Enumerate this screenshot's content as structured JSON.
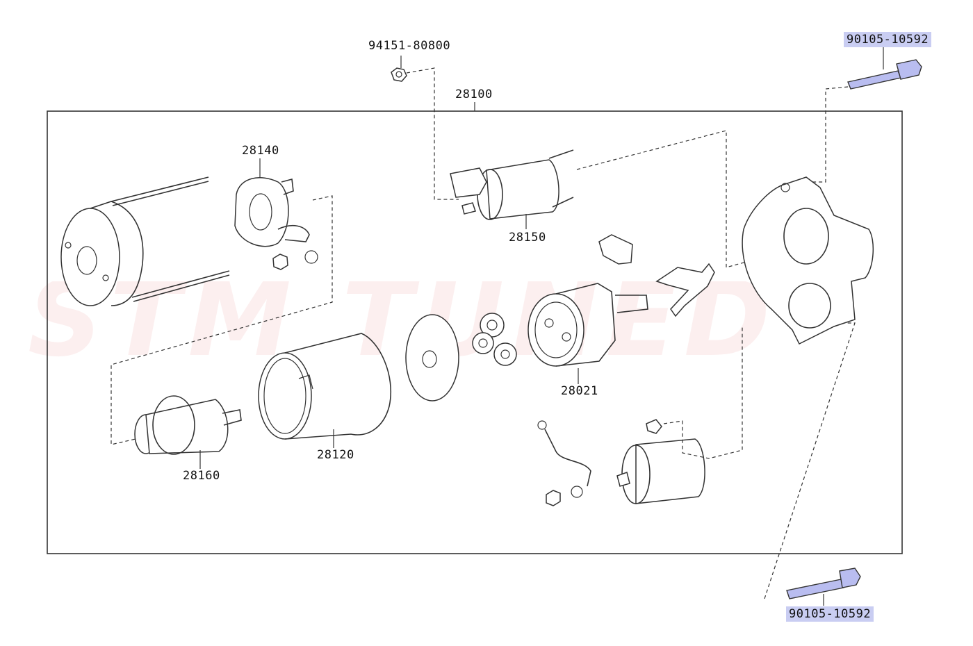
{
  "diagram": {
    "watermark": "STM TUNED",
    "parts": {
      "assembly": "28100",
      "nut": "94151-80800",
      "bolt_top": "90105-10592",
      "bolt_bottom": "90105-10592",
      "brush_holder": "28140",
      "solenoid": "28150",
      "armature": "28160",
      "yoke": "28120",
      "clutch": "28021"
    },
    "highlight_color": "#c9cdf2"
  }
}
